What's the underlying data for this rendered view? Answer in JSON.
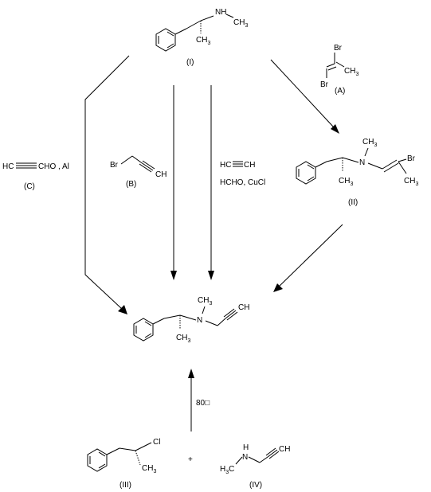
{
  "compounds": {
    "I": {
      "label": "(I)",
      "atoms": {
        "nh": "NH",
        "ch3_n": "CH",
        "ch3_n_sub": "3",
        "ch3_c": "CH",
        "ch3_c_sub": "3"
      }
    },
    "A": {
      "label": "(A)",
      "atoms": {
        "br_top": "Br",
        "br_bottom": "Br",
        "ch3": "CH",
        "ch3_sub": "3"
      }
    },
    "II": {
      "label": "(II)",
      "atoms": {
        "n": "N",
        "ch3_n": "CH",
        "ch3_n_sub": "3",
        "ch3_c": "CH",
        "ch3_c_sub": "3",
        "br": "Br",
        "ch3_end": "CH",
        "ch3_end_sub": "3"
      }
    },
    "product": {
      "atoms": {
        "n": "N",
        "ch3_n": "CH",
        "ch3_n_sub": "3",
        "ch3_c": "CH",
        "ch3_c_sub": "3",
        "ch": "CH"
      }
    },
    "III": {
      "label": "(III)",
      "atoms": {
        "cl": "Cl",
        "ch3": "CH",
        "ch3_sub": "3"
      }
    },
    "IV": {
      "label": "(IV)",
      "atoms": {
        "h": "H",
        "n": "N",
        "h3c_h": "H",
        "h3c_sub": "3",
        "h3c_c": "C",
        "ch": "CH"
      }
    }
  },
  "reagents": {
    "C": {
      "label": "(C)",
      "formula_left": "HC",
      "formula_right": "CHO",
      "catalyst": ", Al"
    },
    "B": {
      "label": "(B)",
      "br": "Br",
      "ch": "CH"
    },
    "acetylene": {
      "left": "HC",
      "right": "CH",
      "second_line": "HCHO, CuCl"
    }
  },
  "conditions": {
    "temperature": "80□"
  },
  "plus_sign": "+"
}
